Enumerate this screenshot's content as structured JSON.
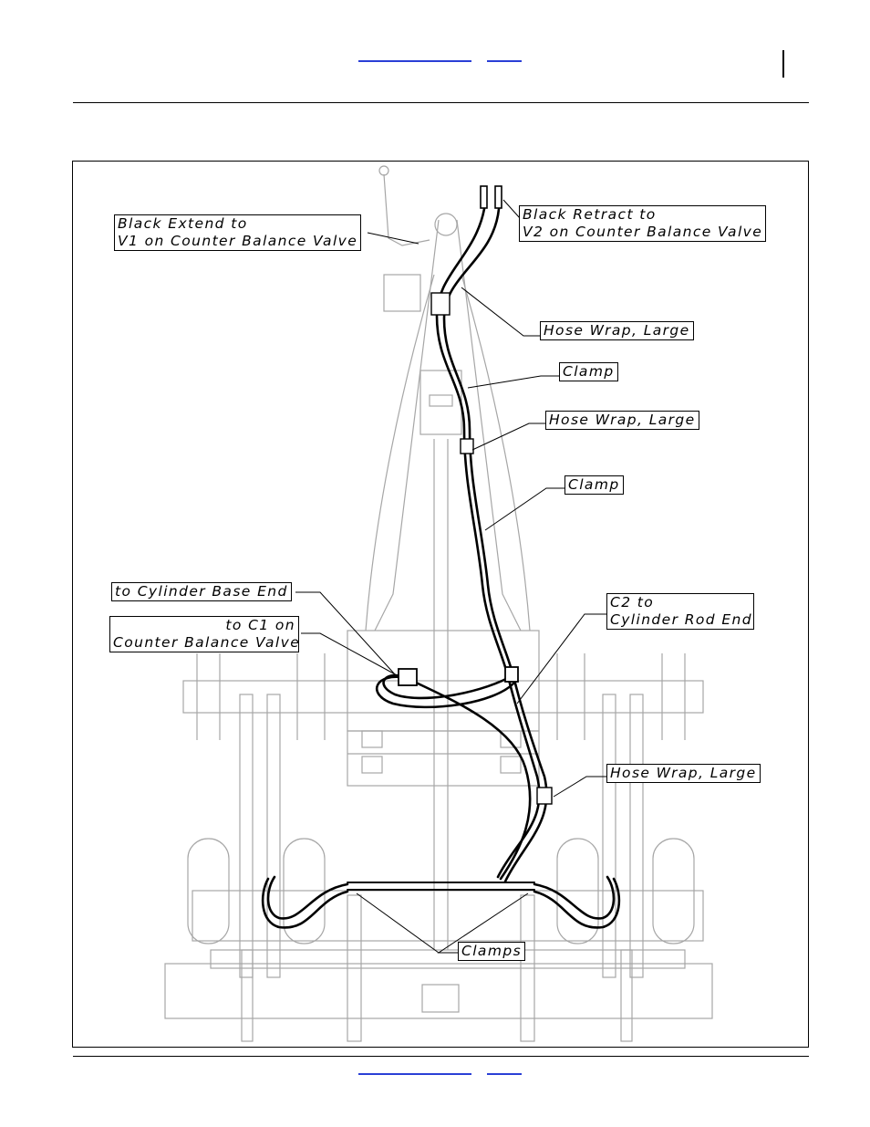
{
  "diagram": {
    "labels": {
      "black_extend": [
        "Black Extend to",
        "V1 on Counter Balance Valve"
      ],
      "black_retract": [
        "Black Retract to",
        "V2 on Counter Balance Valve"
      ],
      "hose_wrap_1": "Hose Wrap, Large",
      "clamp_1": "Clamp",
      "hose_wrap_2": "Hose Wrap, Large",
      "clamp_2": "Clamp",
      "cylinder_base": "to Cylinder Base End",
      "c1": [
        "to C1 on",
        "Counter Balance Valve"
      ],
      "c2": [
        "C2 to",
        "Cylinder Rod End"
      ],
      "hose_wrap_3": "Hose Wrap, Large",
      "clamps": "Clamps"
    },
    "colors": {
      "hose": "#000000",
      "machine": "#a6a6a6",
      "link": "#2a3fd6"
    }
  }
}
